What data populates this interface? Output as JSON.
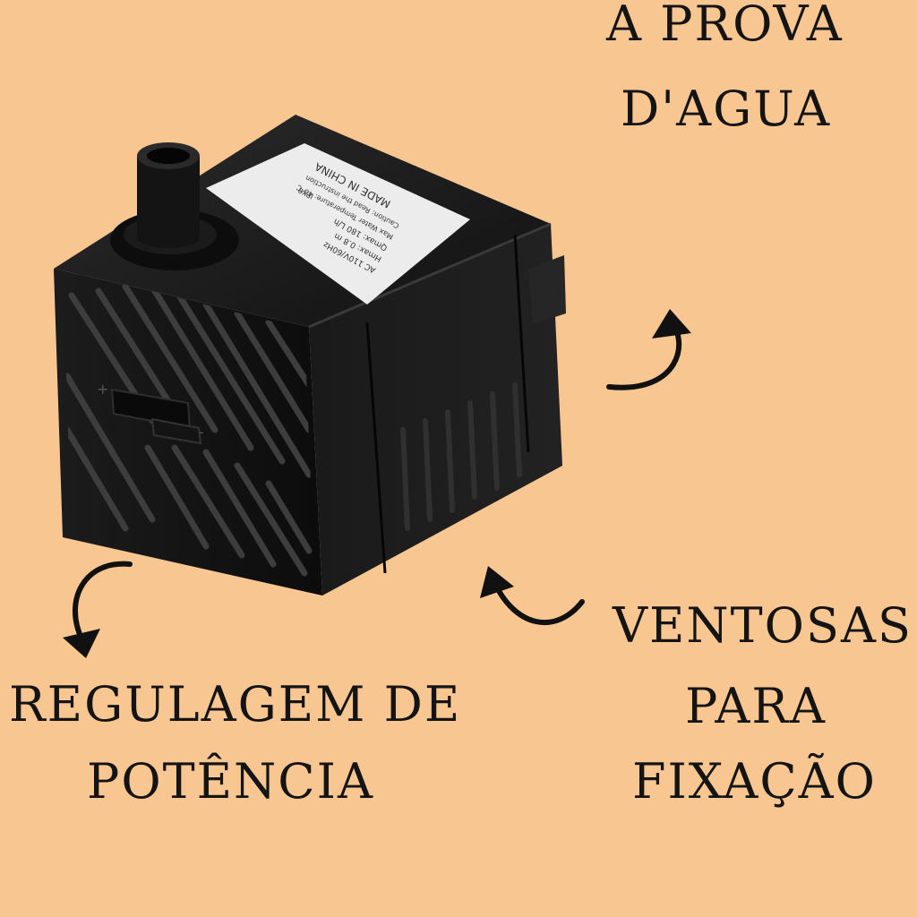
{
  "background_color": "#f8c691",
  "product": {
    "name": "submersible-water-pump",
    "sticker_text": [
      "AC 110V/60Hz",
      "Hmax: 0.8 m",
      "Qmax: 180 L/h",
      "Max Water Temperature: 40°C",
      "Caution: Read the instruction",
      "MADE IN CHINA",
      "IPX8"
    ]
  },
  "callouts": {
    "waterproof": {
      "line1": "A PROVA",
      "line2": "D'AGUA"
    },
    "suction_cups": {
      "line1": "VENTOSAS",
      "line2": "PARA",
      "line3": "FIXAÇÃO"
    },
    "power_adjust": {
      "line1": "REGULAGEM DE",
      "line2": "POTÊNCIA"
    }
  }
}
